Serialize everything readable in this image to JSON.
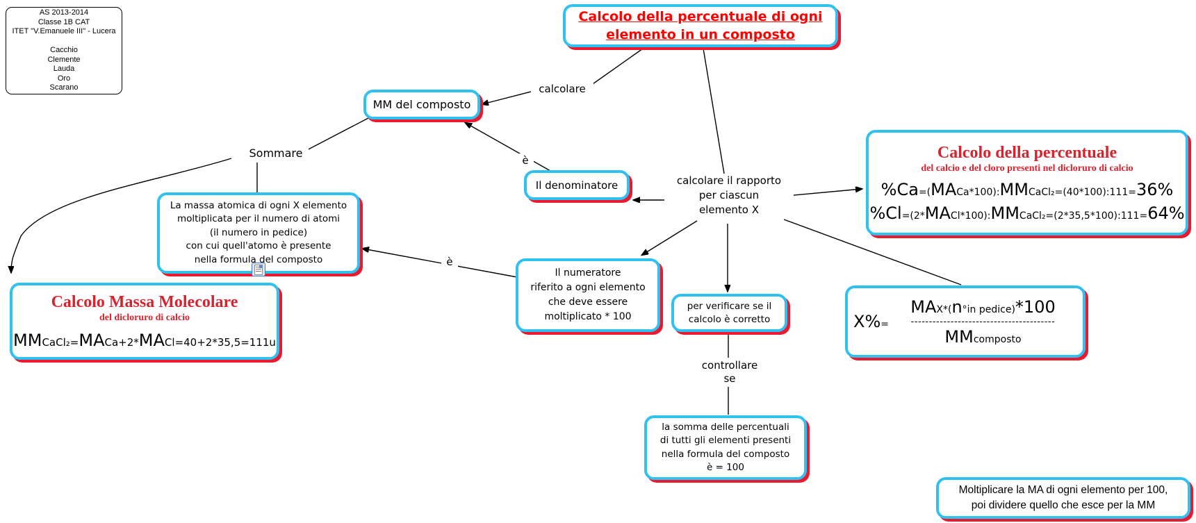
{
  "colors": {
    "box_border": "#2fc1f0",
    "box_shadow": "#ec1a2e",
    "title_red": "#ff0000",
    "heading_red": "#d8232e",
    "line_color": "#000000"
  },
  "credits": {
    "lines": [
      "AS 2013-2014",
      "Classe 1B CAT",
      "ITET \"V.Emanuele III\" - Lucera",
      "",
      "Cacchio",
      "Clemente",
      "Lauda",
      "Oro",
      "Scarano"
    ]
  },
  "title": {
    "line1": "Calcolo della percentuale di ogni",
    "line2": "elemento in un composto"
  },
  "nodes": {
    "mm_composto": {
      "label": "MM del composto"
    },
    "denominatore": {
      "label": "Il denominatore"
    },
    "massa_atomica": {
      "lines": [
        "La massa atomica di ogni X elemento",
        "moltiplicata per il numero di atomi",
        "(il numero in pedice)",
        "con cui quell'atomo è presente",
        "nella formula del composto"
      ]
    },
    "numeratore": {
      "lines": [
        "Il numeratore",
        "riferito a ogni elemento",
        "che deve essere",
        "moltiplicato * 100"
      ]
    },
    "verificare": {
      "lines": [
        "per verificare se il",
        "calcolo è corretto"
      ]
    },
    "somma": {
      "lines": [
        "la somma delle percentuali",
        "di tutti gli elementi presenti",
        "nella formula del composto",
        "è = 100"
      ]
    },
    "moltiplicare": {
      "lines": [
        "Moltiplicare la MA di ogni elemento per 100,",
        "poi dividere quello che esce per la MM"
      ]
    }
  },
  "percent_box": {
    "title": "Calcolo della percentuale",
    "subtitle": "del calcio e del cloro presenti nel dicloruro di calcio",
    "formula_ca": [
      {
        "t": "%Ca",
        "k": "lg"
      },
      {
        "t": " =(",
        "k": "sm"
      },
      {
        "t": "MA",
        "k": "lg"
      },
      {
        "t": "Ca*100):",
        "k": "sm"
      },
      {
        "t": "MM",
        "k": "lg"
      },
      {
        "t": "CaCl₂=(40*100):111= ",
        "k": "sm"
      },
      {
        "t": "36%",
        "k": "lg"
      }
    ],
    "formula_cl": [
      {
        "t": "%Cl",
        "k": "lg"
      },
      {
        "t": " =(2*",
        "k": "sm"
      },
      {
        "t": "MA",
        "k": "lg"
      },
      {
        "t": "Cl*100):",
        "k": "sm"
      },
      {
        "t": "MM",
        "k": "lg"
      },
      {
        "t": "CaCl₂=(2*35,5*100):111= ",
        "k": "sm"
      },
      {
        "t": "64%",
        "k": "lg"
      }
    ]
  },
  "massa_box": {
    "title": "Calcolo Massa Molecolare",
    "subtitle": "del dicloruro di calcio",
    "formula": [
      {
        "t": "MM",
        "k": "lg"
      },
      {
        "t": "CaCl₂",
        "k": "md"
      },
      {
        "t": " = ",
        "k": "md"
      },
      {
        "t": "MA",
        "k": "lg"
      },
      {
        "t": "Ca",
        "k": "md"
      },
      {
        "t": "+2*",
        "k": "md"
      },
      {
        "t": "MA",
        "k": "lg"
      },
      {
        "t": "Cl",
        "k": "md"
      },
      {
        "t": "= ",
        "k": "md"
      },
      {
        "t": "40+2*35,5=111u",
        "k": "md"
      }
    ]
  },
  "xpercent_box": {
    "lhs": [
      {
        "t": "X%",
        "k": "lg"
      },
      {
        "t": "= ",
        "k": "sm"
      }
    ],
    "numerator": [
      {
        "t": "MA",
        "k": "lg"
      },
      {
        "t": "X ",
        "k": "sm"
      },
      {
        "t": "*(",
        "k": "sm"
      },
      {
        "t": "n",
        "k": "lg"
      },
      {
        "t": "°in pedice)",
        "k": "sm"
      },
      {
        "t": "*100",
        "k": "lg"
      }
    ],
    "dashes": "----------------------------------------",
    "denominator": [
      {
        "t": "MM",
        "k": "lg"
      },
      {
        "t": "composto",
        "k": "sm"
      }
    ]
  },
  "connector_labels": {
    "calcolare": "calcolare",
    "sommare": "Sommare",
    "e1": "è",
    "e2": "è",
    "rapporto": [
      "calcolare il rapporto",
      "per ciascun",
      "elemento X"
    ],
    "controllare": [
      "controllare",
      "se"
    ]
  }
}
